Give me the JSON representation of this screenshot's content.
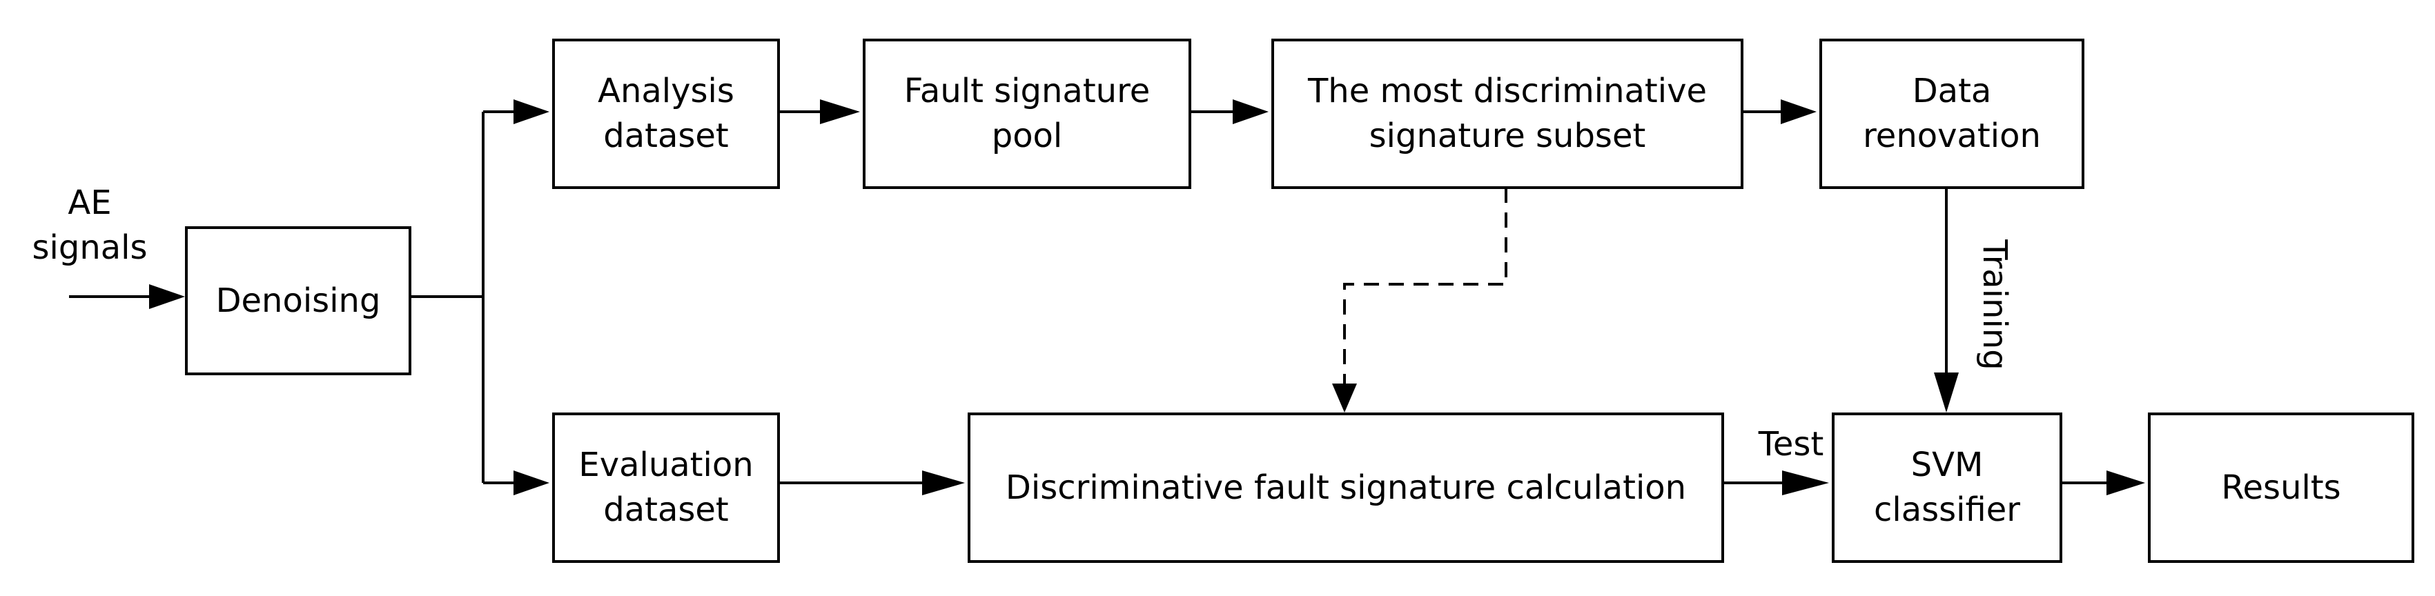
{
  "diagram": {
    "input": {
      "line1": "AE",
      "line2": "signals"
    },
    "nodes": {
      "denoising": {
        "line1": "Denoising"
      },
      "analysis": {
        "line1": "Analysis",
        "line2": "dataset"
      },
      "pool": {
        "line1": "Fault signature",
        "line2": "pool"
      },
      "subset": {
        "line1": "The most discriminative",
        "line2": "signature subset"
      },
      "renovation": {
        "line1": "Data",
        "line2": "renovation"
      },
      "evaluation": {
        "line1": "Evaluation",
        "line2": "dataset"
      },
      "calculation": {
        "line1": "Discriminative fault signature calculation"
      },
      "svm": {
        "line1": "SVM",
        "line2": "classifier"
      },
      "results": {
        "line1": "Results"
      }
    },
    "edge_labels": {
      "test": "Test",
      "training": "Training"
    }
  }
}
